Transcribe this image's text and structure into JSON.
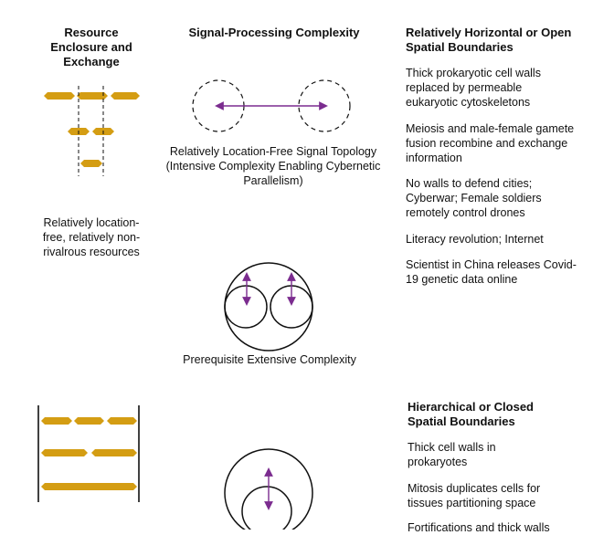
{
  "headers": {
    "col1": "Resource Enclosure and Exchange",
    "col2": "Signal-Processing Complexity",
    "col3_top": "Relatively Horizontal or Open Spatial Boundaries",
    "col3_bottom": "Hierarchical or Closed Spatial Boundaries"
  },
  "captions": {
    "signal_topology": "Relatively Location-Free Signal Topology (Intensive Complexity Enabling Cybernetic Parallelism)",
    "prerequisite": "Prerequisite Extensive Complexity",
    "resources": "Relatively location-free, relatively non-rivalrous resources"
  },
  "open_examples": [
    "Thick prokaryotic cell walls replaced by permeable eukaryotic cytoskeletons",
    "Meiosis and male-female gamete fusion recombine and exchange information",
    "No walls to defend cities; Cyberwar; Female soldiers remotely control drones",
    "Literacy revolution; Internet",
    "Scientist in China releases Covid-19 genetic data online"
  ],
  "closed_examples": [
    "Thick cell walls in prokaryotes",
    "Mitosis duplicates cells for tissues partitioning space",
    "Fortifications and thick walls"
  ],
  "colors": {
    "resource": "#d49d13",
    "arrow": "#7b2c8f",
    "line": "#111111",
    "text": "#111111"
  }
}
